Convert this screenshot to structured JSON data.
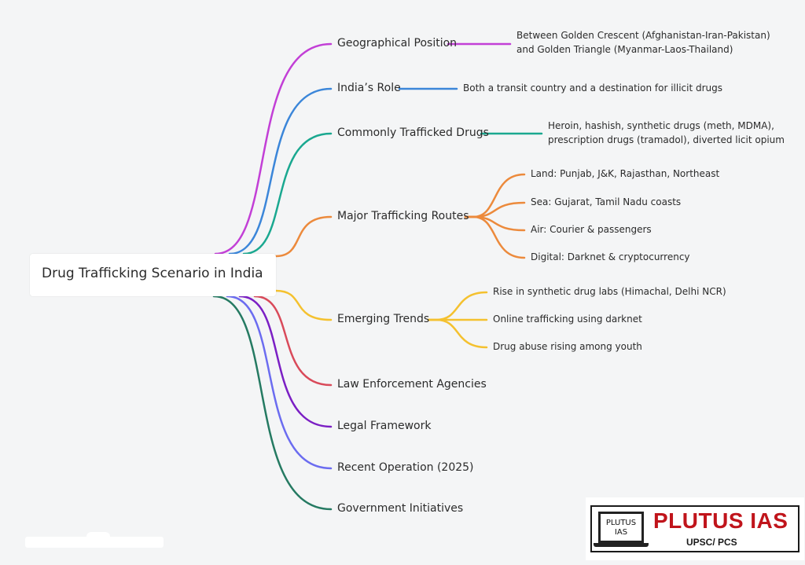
{
  "root": {
    "title": "Drug Trafficking Scenario in India"
  },
  "branches": [
    {
      "id": "geo",
      "label": "Geographical Position",
      "color": "#c23fd6",
      "leaves": [
        "Between Golden Crescent (Afghanistan-Iran-Pakistan)",
        "and Golden Triangle (Myanmar-Laos-Thailand)"
      ],
      "leaf_mode": "paragraph"
    },
    {
      "id": "role",
      "label": "India’s Role",
      "color": "#3b86d9",
      "leaves": [
        "Both a transit country and a destination for illicit drugs"
      ],
      "leaf_mode": "paragraph"
    },
    {
      "id": "drugs",
      "label": "Commonly Trafficked Drugs",
      "color": "#1aa890",
      "leaves": [
        "Heroin, hashish, synthetic drugs (meth, MDMA),",
        "prescription drugs (tramadol), diverted licit opium"
      ],
      "leaf_mode": "paragraph"
    },
    {
      "id": "routes",
      "label": "Major Trafficking Routes",
      "color": "#ec8a3c",
      "leaves": [
        "Land: Punjab, J&K, Rajasthan, Northeast",
        "Sea: Gujarat, Tamil Nadu coasts",
        "Air: Courier & passengers",
        "Digital: Darknet & cryptocurrency"
      ],
      "leaf_mode": "fan"
    },
    {
      "id": "trends",
      "label": "Emerging Trends",
      "color": "#f4c12f",
      "leaves": [
        "Rise in synthetic drug labs (Himachal, Delhi NCR)",
        "Online trafficking using darknet",
        "Drug abuse rising among youth"
      ],
      "leaf_mode": "fan"
    },
    {
      "id": "law",
      "label": "Law Enforcement Agencies",
      "color": "#d94a5a",
      "leaves": []
    },
    {
      "id": "legal",
      "label": "Legal Framework",
      "color": "#7b1fc4",
      "leaves": []
    },
    {
      "id": "recent",
      "label": "Recent Operation (2025)",
      "color": "#6b6cf0",
      "leaves": []
    },
    {
      "id": "gov",
      "label": "Government Initiatives",
      "color": "#257a62",
      "leaves": []
    }
  ],
  "logo": {
    "monitor_line1": "PLUTUS",
    "monitor_line2": "IAS",
    "name": "PLUTUS IAS",
    "tagline": "UPSC/ PCS"
  }
}
